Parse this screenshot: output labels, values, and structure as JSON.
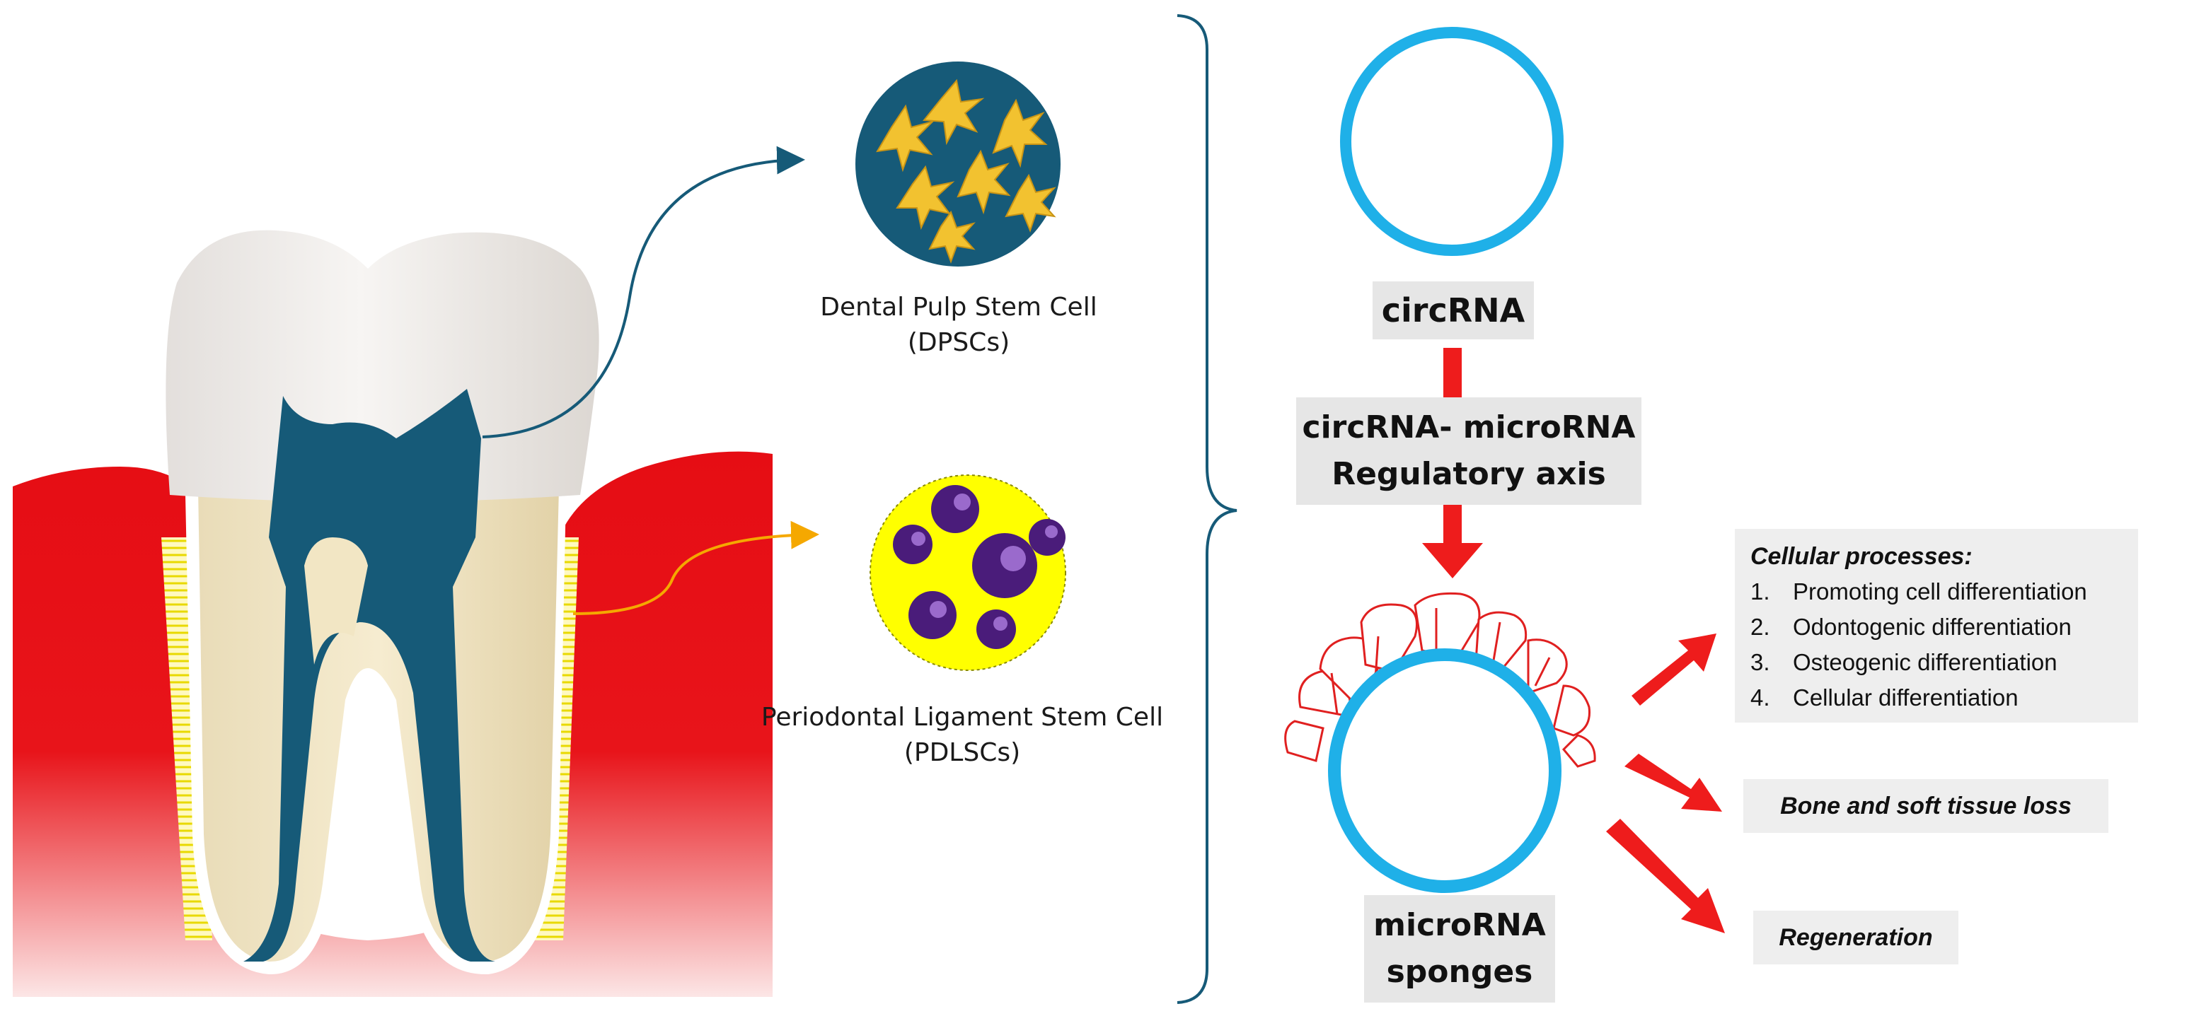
{
  "stem_cells": {
    "dpsc_name": "Dental Pulp Stem Cell",
    "dpsc_abbr": "(DPSCs)",
    "pdlsc_name": "Periodontal Ligament Stem Cell",
    "pdlsc_abbr": "(PDLSCs)"
  },
  "flow": {
    "circrna_label": "circRNA",
    "axis_line1": "circRNA- microRNA",
    "axis_line2": "Regulatory axis",
    "sponge_line1": "microRNA",
    "sponge_line2": "sponges"
  },
  "outcomes": {
    "processes_title": "Cellular processes:",
    "processes": [
      {
        "num": "1.",
        "text": "Promoting cell differentiation"
      },
      {
        "num": "2.",
        "text": "Odontogenic differentiation"
      },
      {
        "num": "3.",
        "text": "Osteogenic differentiation"
      },
      {
        "num": "4.",
        "text": "Cellular differentiation"
      }
    ],
    "bone_loss": "Bone and soft tissue loss",
    "regeneration": "Regeneration"
  },
  "colors": {
    "circ_blue": "#1fb0e8",
    "arrow_red": "#ee1c1c",
    "pulp_teal": "#165a78",
    "gum_red": "#e8141a",
    "pdl_yellow": "#ffff00",
    "cell_gold": "#f2c230",
    "cell_purple": "#4a1c7a"
  }
}
